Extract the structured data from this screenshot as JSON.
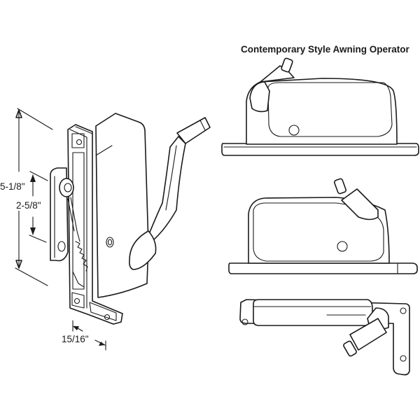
{
  "title": "Contemporary Style Awning Operator",
  "dimensions": {
    "overall_height": "5-1/8\"",
    "hole_spacing": "2-5/8\"",
    "base_width": "15/16\""
  },
  "colors": {
    "line": "#1a1a1a",
    "background": "#ffffff"
  }
}
